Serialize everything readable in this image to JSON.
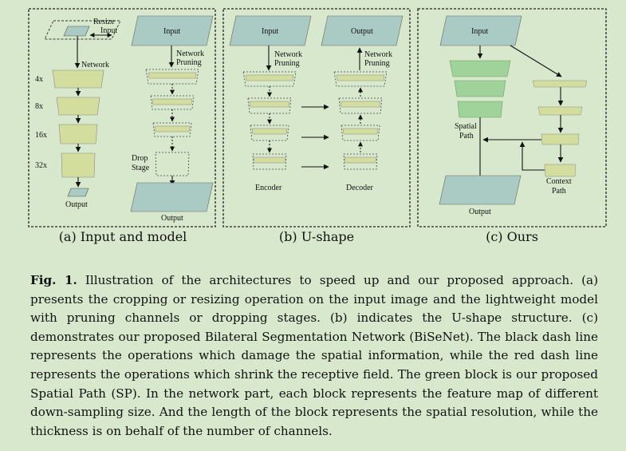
{
  "panels": {
    "a": {
      "label": "(a) Input and model",
      "resize": "Resize",
      "input_small": "Input",
      "network": "Network",
      "scales": [
        "4x",
        "8x",
        "16x",
        "32x"
      ],
      "output_small": "Output",
      "input": "Input",
      "network_pruning_1": "Network",
      "network_pruning_2": "Pruning",
      "drop_stage_1": "Drop",
      "drop_stage_2": "Stage",
      "output": "Output"
    },
    "b": {
      "label": "(b) U-shape",
      "input": "Input",
      "output": "Output",
      "pruning_left_1": "Network",
      "pruning_left_2": "Pruning",
      "pruning_right_1": "Network",
      "pruning_right_2": "Pruning",
      "encoder": "Encoder",
      "decoder": "Decoder"
    },
    "c": {
      "label": "(c) Ours",
      "input": "Input",
      "spatial_path_1": "Spatial",
      "spatial_path_2": "Path",
      "context_path_1": "Context",
      "context_path_2": "Path",
      "output": "Output"
    }
  },
  "caption": {
    "fig_label": "Fig. 1.",
    "text": "Illustration of the architectures to speed up and our proposed approach. (a) presents the cropping or resizing operation on the input image and the lightweight model with pruning channels or dropping stages. (b) indicates the U-shape structure. (c) demonstrates our proposed Bilateral Segmentation Network (BiSeNet). The black dash line represents the operations which damage the spatial information, while the red dash line represents the operations which shrink the receptive field. The green block is our proposed Spatial Path (SP). In the network part, each block represents the feature map of different down-sampling size. And the length of the block represents the spatial resolution, while the thickness is on behalf of the number of channels."
  },
  "colors": {
    "background": "#d8e8cd",
    "io_block": "#a9cbc3",
    "feature_block": "#d3dd9e",
    "spatial_block": "#9fd39a"
  }
}
